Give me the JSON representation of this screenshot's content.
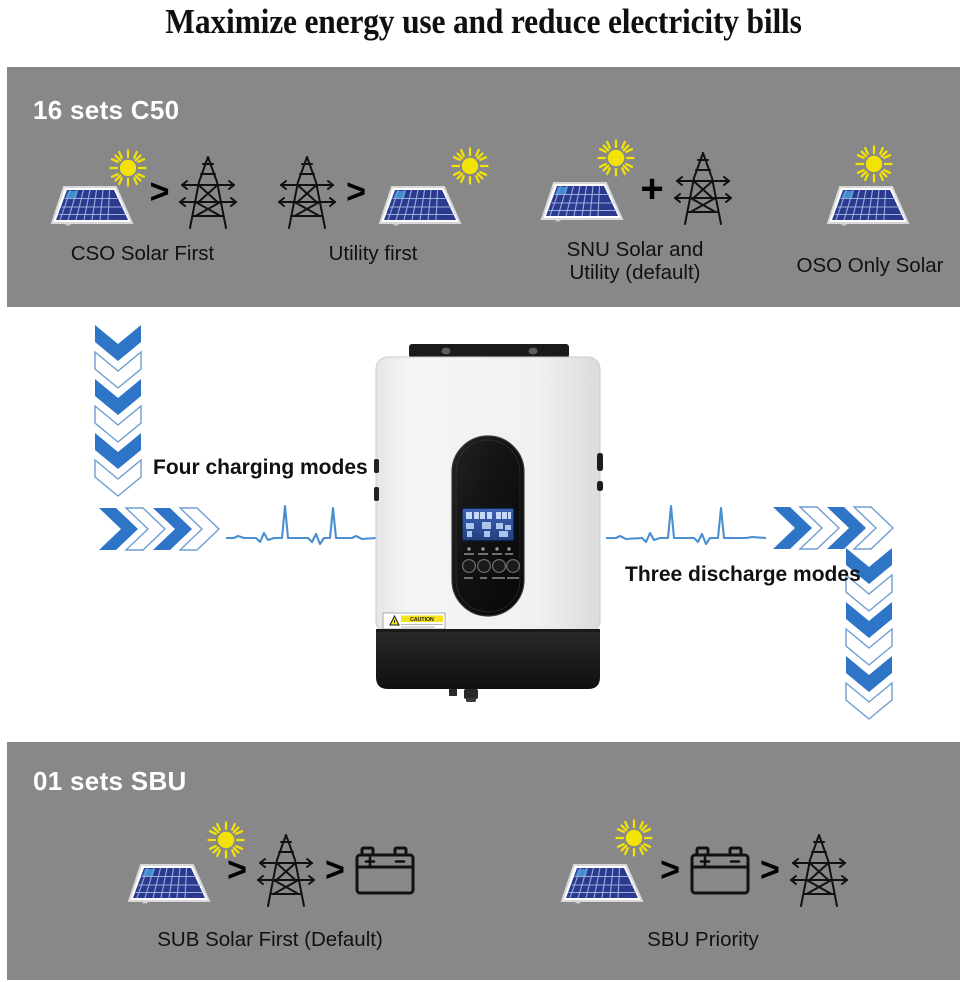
{
  "title": "Maximize energy use and reduce electricity bills",
  "colors": {
    "panel_gray": "#888888",
    "heading_white": "#ffffff",
    "chevron_blue": "#2E75C8",
    "wave_blue": "#4A90D0",
    "sun_yellow": "#F2E205",
    "solar_blue": "#2B3A8F",
    "caution_yellow": "#F5E21A",
    "lcd_blue": "#2C4D9E",
    "body_white": "#F2F3F4",
    "body_black": "#1E1E1E"
  },
  "top_panel": {
    "heading": "16 sets C50",
    "modes": [
      {
        "label": "CSO Solar First",
        "icons": [
          "solar-panel-icon",
          "greater-than-operator",
          "transmission-tower-icon"
        ],
        "operator": ">"
      },
      {
        "label": "Utility first",
        "icons": [
          "transmission-tower-icon",
          "greater-than-operator",
          "solar-panel-icon"
        ],
        "operator": ">"
      },
      {
        "label": "SNU Solar and\nUtility (default)",
        "icons": [
          "solar-panel-icon",
          "plus-operator",
          "transmission-tower-icon"
        ],
        "operator": "+"
      },
      {
        "label": "OSO Only Solar",
        "icons": [
          "solar-panel-icon"
        ],
        "operator": ""
      }
    ]
  },
  "bottom_panel": {
    "heading": "01 sets SBU",
    "modes": [
      {
        "label": "SUB Solar First (Default)",
        "icons": [
          "solar-panel-icon",
          "greater-than-operator",
          "transmission-tower-icon",
          "greater-than-operator",
          "battery-icon"
        ],
        "operator": ">"
      },
      {
        "label": "SBU Priority",
        "icons": [
          "solar-panel-icon",
          "greater-than-operator",
          "battery-icon",
          "greater-than-operator",
          "transmission-tower-icon"
        ],
        "operator": ">"
      }
    ]
  },
  "middle": {
    "charging_label": "Four charging modes",
    "discharge_label": "Three discharge modes",
    "left_down_chevron_count": 6,
    "left_right_chevron_count": 4,
    "right_right_chevron_count": 4,
    "right_down_chevron_count": 6,
    "device": {
      "name": "solar-inverter",
      "caution_label": "CAUTION",
      "button_count": 4,
      "led_count": 4
    }
  }
}
